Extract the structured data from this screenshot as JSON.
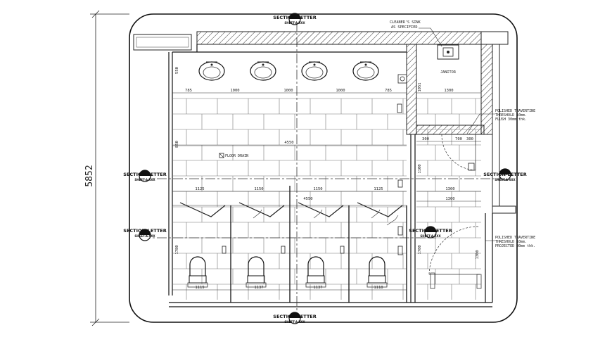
{
  "overall_dimension": "5852",
  "section_label": "SECTION-LETTER",
  "section_sub": "SHEET-A-XXX",
  "annotations": {
    "cleaners_sink_1": "CLEANER'S SINK",
    "cleaners_sink_2": "AS SPECIFIED",
    "janitor": "JANITOR",
    "floor_drain": "FLOOR DRAIN",
    "threshold_a_1": "POLISHED TRAVERTINE",
    "threshold_a_2": "THRESHOLD 10mm.",
    "threshold_a_3": "FLUSH 30mm thk.",
    "threshold_b_1": "POLISHED TRAVERTINE",
    "threshold_b_2": "THRESHOLD 10mm.",
    "threshold_b_3": "PROJECTED 30mm thk."
  },
  "dims": {
    "top_row": [
      "785",
      "1000",
      "1000",
      "1000",
      "785"
    ],
    "janitor_w": "1300",
    "middle_total": "4550",
    "partitions": [
      "1125",
      "1150",
      "1150",
      "1125"
    ],
    "partitions_total": "4550",
    "bottom_row": [
      "1119",
      "1137",
      "1137",
      "1118"
    ],
    "right_a": [
      "300",
      "700",
      "300"
    ],
    "right_b": [
      "1300",
      "1300"
    ],
    "vertical_left": [
      "550",
      "850",
      "1780"
    ],
    "vertical_right": [
      "1051",
      "1100",
      "1780",
      "1300"
    ]
  },
  "icons": [
    "wash-basin-icon",
    "wc-icon",
    "urinal-icon",
    "section-marker-icon",
    "door-swing-icon"
  ]
}
